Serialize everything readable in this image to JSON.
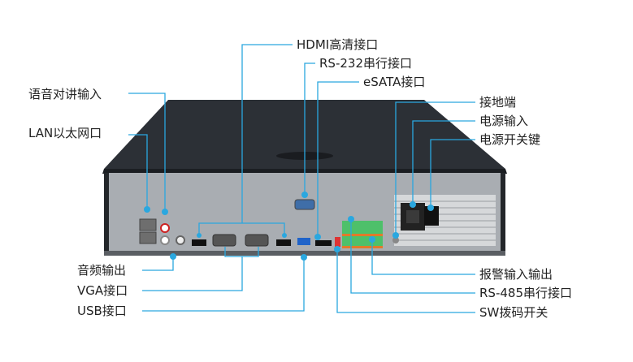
{
  "accent_color": "#2aa7df",
  "labels": {
    "hdmi": "HDMI高清接口",
    "rs232": "RS-232串行接口",
    "esata": "eSATA接口",
    "talk_in": "语音对讲输入",
    "lan": "LAN以太网口",
    "ground": "接地端",
    "power_in": "电源输入",
    "power_switch": "电源开关键",
    "audio_out": "音频输出",
    "vga": "VGA接口",
    "usb": "USB接口",
    "alarm_io": "报警输入输出",
    "rs485": "RS-485串行接口",
    "sw_dip": "SW拨码开关"
  }
}
